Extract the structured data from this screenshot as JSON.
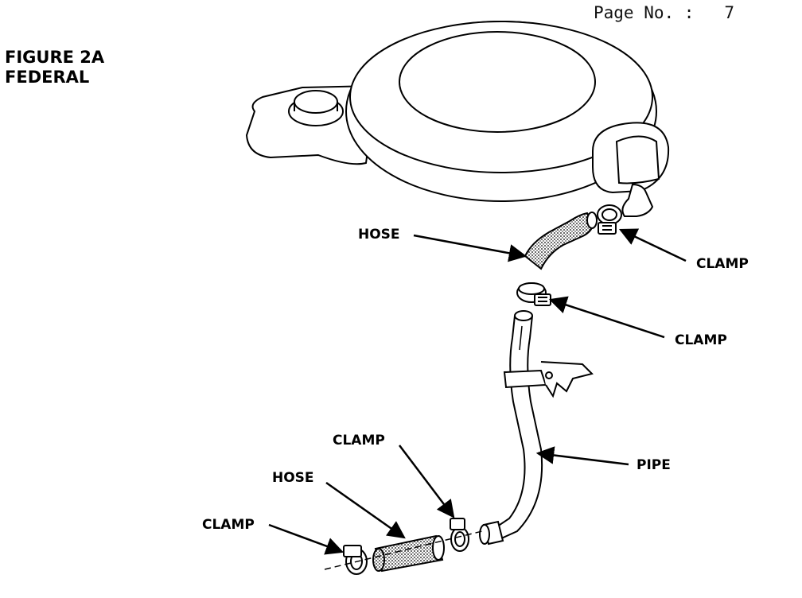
{
  "header": {
    "page_label": "Page No. :",
    "page_number": "7"
  },
  "figure": {
    "title_line1": "FIGURE 2A",
    "title_line2": "FEDERAL"
  },
  "labels": {
    "hose_upper": "HOSE",
    "clamp_upper_right": "CLAMP",
    "clamp_middle": "CLAMP",
    "pipe": "PIPE",
    "clamp_lower": "CLAMP",
    "hose_lower": "HOSE",
    "clamp_left": "CLAMP"
  }
}
